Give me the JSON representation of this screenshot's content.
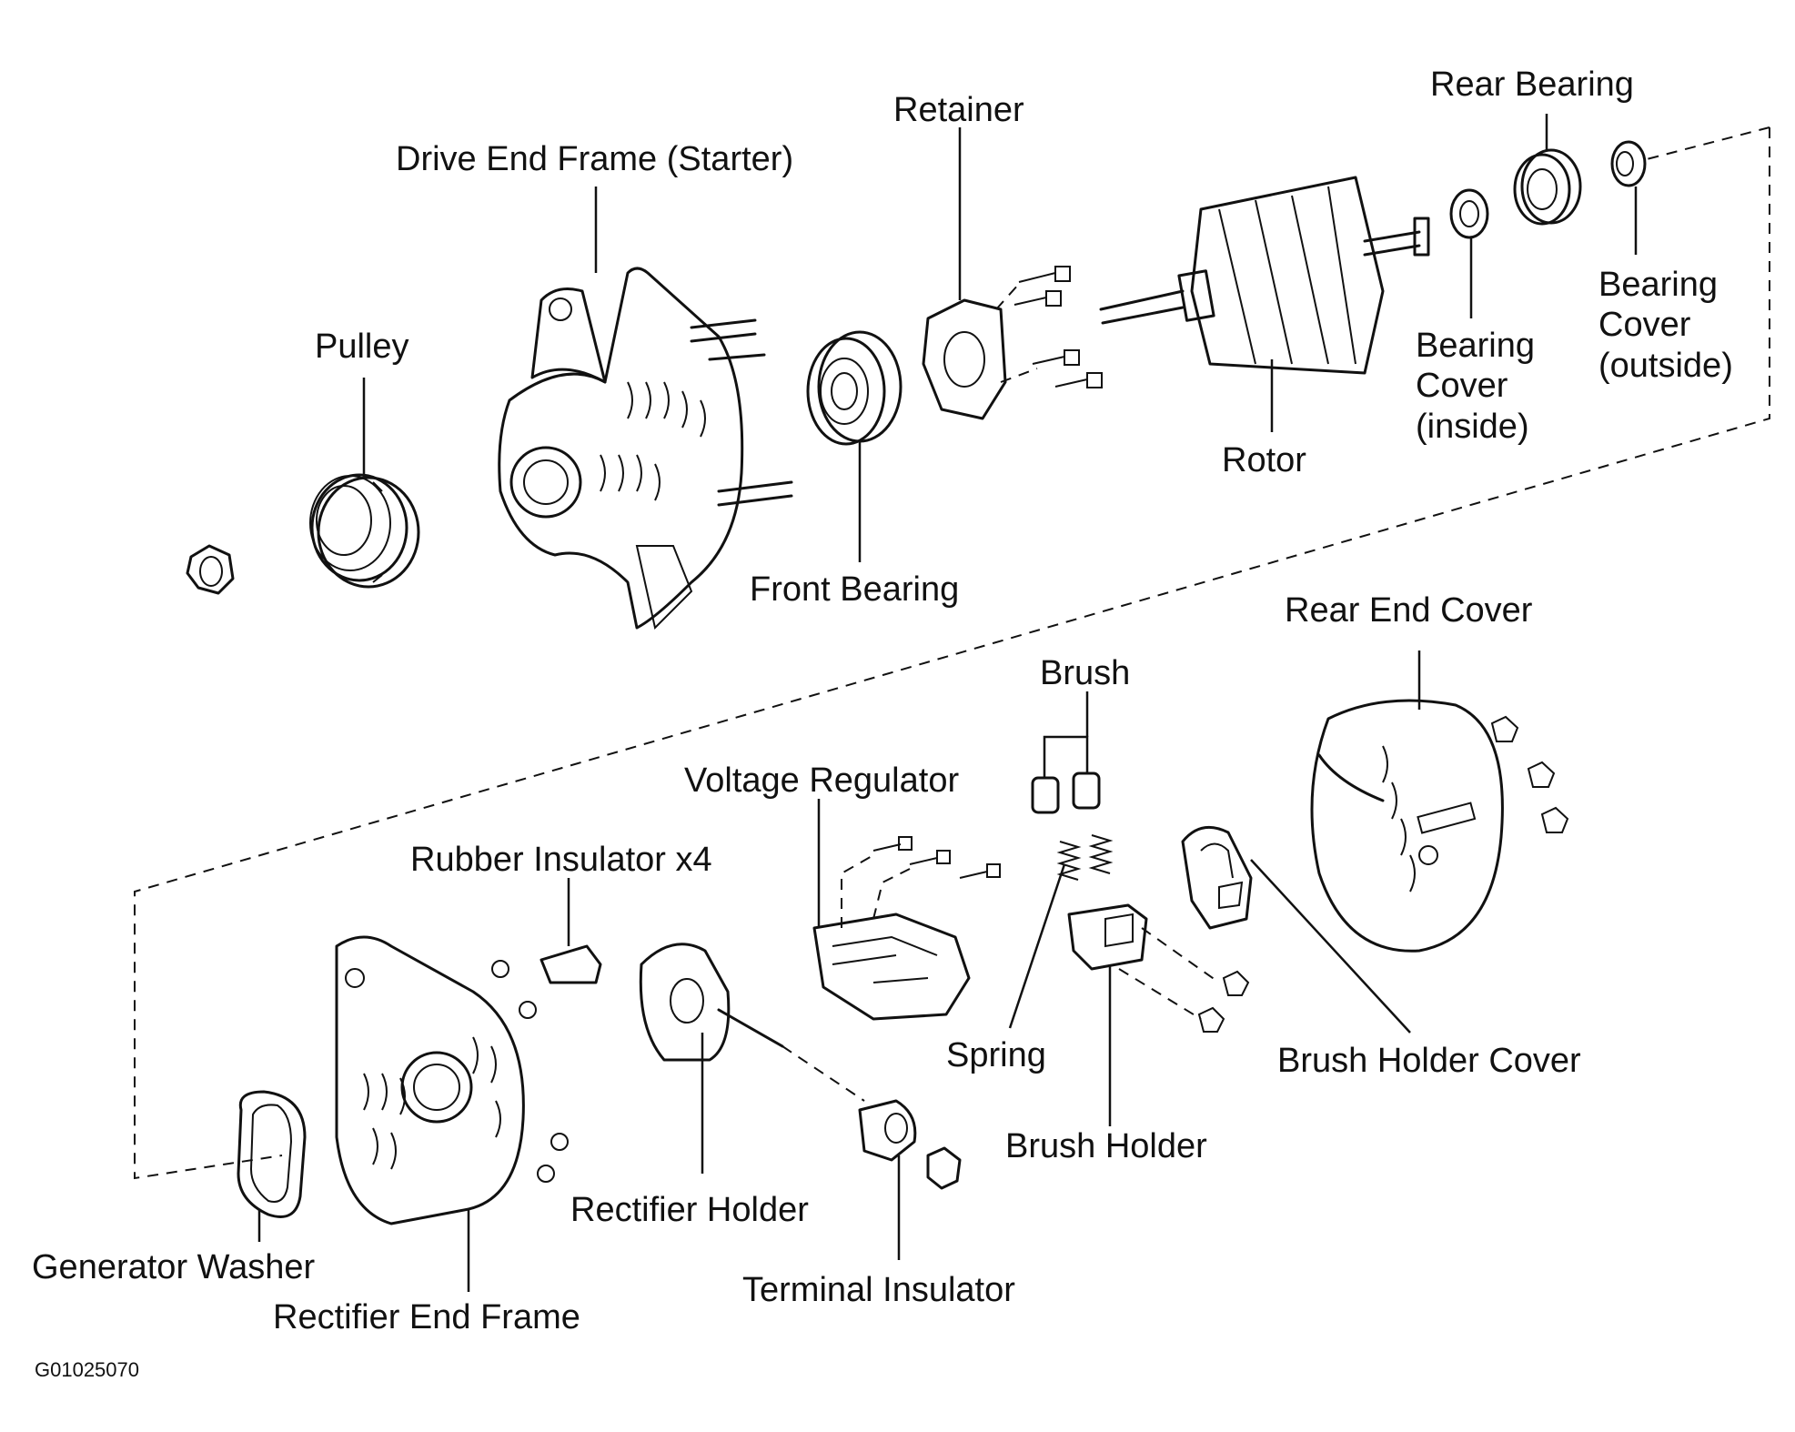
{
  "labels": {
    "drive_end_frame": "Drive End Frame (Starter)",
    "retainer": "Retainer",
    "rear_bearing": "Rear Bearing",
    "pulley": "Pulley",
    "bearing_cover_inside": [
      "Bearing",
      "Cover",
      "(inside)"
    ],
    "bearing_cover_outside": [
      "Bearing",
      "Cover",
      "(outside)"
    ],
    "rotor": "Rotor",
    "front_bearing": "Front Bearing",
    "rear_end_cover": "Rear End Cover",
    "brush": "Brush",
    "voltage_regulator": "Voltage Regulator",
    "rubber_insulator": "Rubber Insulator x4",
    "spring": "Spring",
    "brush_holder_cover": "Brush Holder Cover",
    "brush_holder": "Brush Holder",
    "rectifier_holder": "Rectifier Holder",
    "generator_washer": "Generator Washer",
    "terminal_insulator": "Terminal Insulator",
    "rectifier_end_frame": "Rectifier End Frame"
  },
  "figure_code": "G01025070"
}
